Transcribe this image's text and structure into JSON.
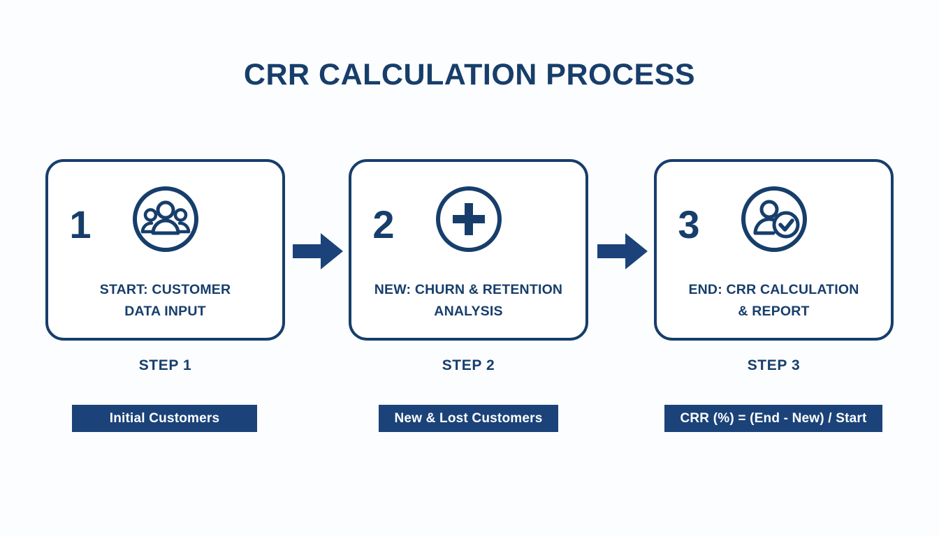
{
  "title": "CRR CALCULATION PROCESS",
  "theme": {
    "navy": "#173e6b",
    "bar_navy": "#1b4379",
    "background": "#fcfdfe",
    "card_fill": "#ffffff",
    "bar_text": "#ffffff"
  },
  "steps": [
    {
      "number": "1",
      "icon": "people-group-icon",
      "card_text": "START: CUSTOMER DATA INPUT",
      "card_line_1": "START: CUSTOMER",
      "card_line_2": "DATA INPUT",
      "step_label": "STEP 1",
      "value_bar": "Initial Customers"
    },
    {
      "number": "2",
      "icon": "plus-circle-icon",
      "card_text": "NEW: CHURN & RETENTION ANALYSIS",
      "card_line_1": "NEW: CHURN & RETENTION",
      "card_line_2": "ANALYSIS",
      "step_label": "STEP 2",
      "value_bar": "New & Lost Customers"
    },
    {
      "number": "3",
      "icon": "person-check-icon",
      "card_text": "END: CRR CALCULATION & REPORT",
      "card_line_1": "END: CRR CALCULATION",
      "card_line_2": "& REPORT",
      "step_label": "STEP 3",
      "value_bar": "CRR (%) = (End - New) / Start"
    }
  ],
  "connectors": [
    {
      "name": "arrow-right-1"
    },
    {
      "name": "arrow-right-2"
    }
  ]
}
